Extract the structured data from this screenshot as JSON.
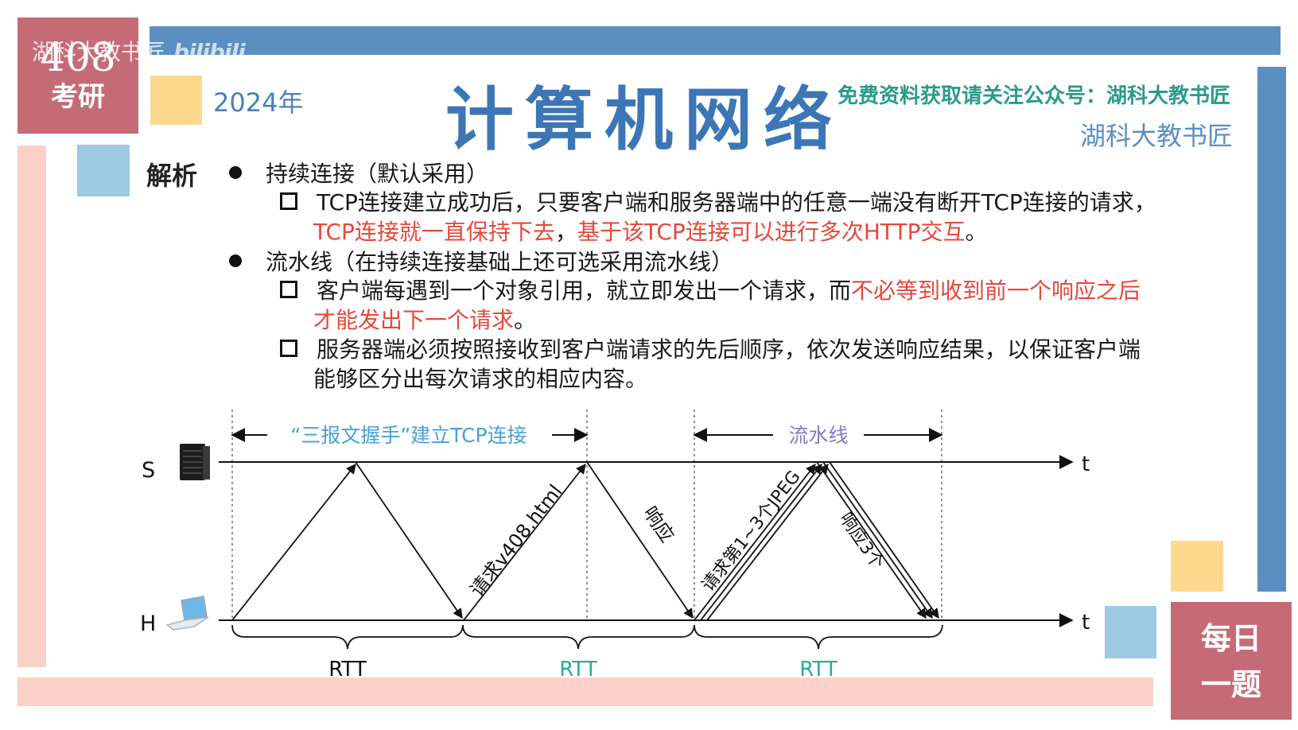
{
  "header": {
    "badge_number": "408",
    "badge_text": "考研",
    "watermark_text": "湖科大教书匠",
    "watermark_logo": "bilibili",
    "year": "2024年",
    "title": "计算机网络",
    "wechat_note": "免费资料获取请关注公众号：湖科大教书匠",
    "brand": "湖科大教书匠"
  },
  "daily_badge": {
    "line1": "每日",
    "line2": "一题"
  },
  "section_label": "解析",
  "content": {
    "b1_title": "持续连接（默认采用）",
    "b1_sub1_line1": "TCP连接建立成功后，只要客户端和服务器端中的任意一端没有断开TCP连接的请求，",
    "b1_sub1_red1": "TCP连接就一直保持下去",
    "b1_sub1_mid": "，",
    "b1_sub1_red2": "基于该TCP连接可以进行多次HTTP交互",
    "b1_sub1_end": "。",
    "b2_title": "流水线（在持续连接基础上还可选采用流水线）",
    "b2_sub1_text": "客户端每遇到一个对象引用，就立即发出一个请求，而",
    "b2_sub1_red1": "不必等到收到前一个响应之后",
    "b2_sub1_red2": "才能发出下一个请求",
    "b2_sub1_end": "。",
    "b2_sub2_line1": "服务器端必须按照接收到客户端请求的先后顺序，依次发送响应结果，以保证客户端",
    "b2_sub2_line2": "能够区分出每次请求的相应内容。"
  },
  "diagram": {
    "server_label": "S",
    "host_label": "H",
    "time_label_top": "t",
    "time_label_bottom": "t",
    "handshake_label": "“三报文握手”建立TCP连接",
    "pipeline_label": "流水线",
    "request_label": "请求v408.html",
    "response_label": "响应",
    "pipeline_request_label": "请求第1~3个JPEG",
    "pipeline_response_label": "响应3个",
    "rtt_labels": [
      "RTT",
      "RTT",
      "RTT"
    ],
    "colors": {
      "handshake_label": "#4a9fd8",
      "pipeline_label": "#8a78c8",
      "rtt_highlight": "#2ba89a",
      "line": "#111111"
    },
    "icons": {
      "server": "server-icon",
      "host": "laptop-icon"
    }
  }
}
